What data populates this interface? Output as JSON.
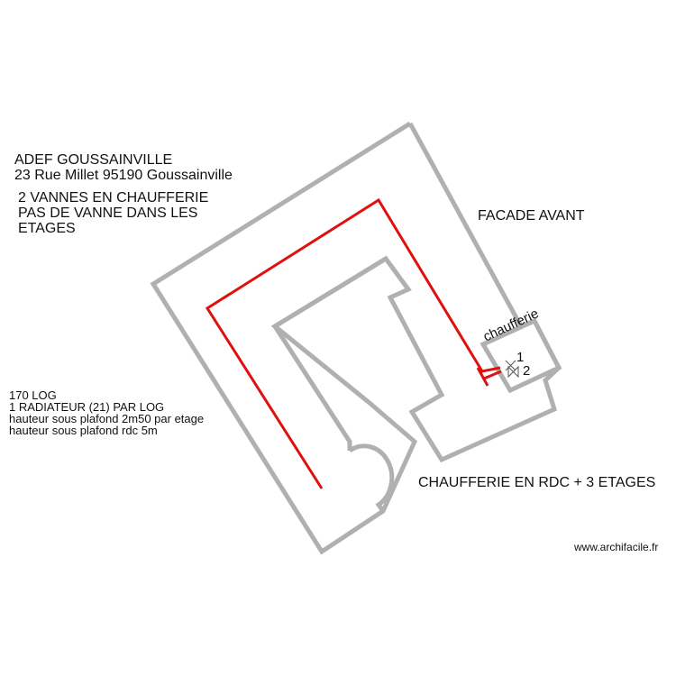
{
  "colors": {
    "wall": "#b0b0b0",
    "pipe": "#e01010",
    "text": "#111111",
    "valve": "#555555"
  },
  "header": {
    "title": "ADEF GOUSSAINVILLE",
    "address": "23 Rue Millet 95190 Goussainville"
  },
  "valves_note": {
    "line1": "2 VANNES EN CHAUFFERIE",
    "line2": "PAS DE VANNE DANS LES",
    "line3": "ETAGES"
  },
  "facade_label": "FACADE AVANT",
  "info": {
    "line1": "170 LOG",
    "line2": "1 RADIATEUR (21)  PAR LOG",
    "line3": "hauteur sous plafond 2m50 par etage",
    "line4": "hauteur sous plafond rdc 5m"
  },
  "boiler_room": {
    "label": "chaufferie",
    "valve1_number": "1",
    "valve2_number": "2",
    "valve_icon": "valve-icon"
  },
  "footer_note": "CHAUFFERIE EN RDC + 3 ETAGES",
  "watermark": "www.archifacile.fr"
}
